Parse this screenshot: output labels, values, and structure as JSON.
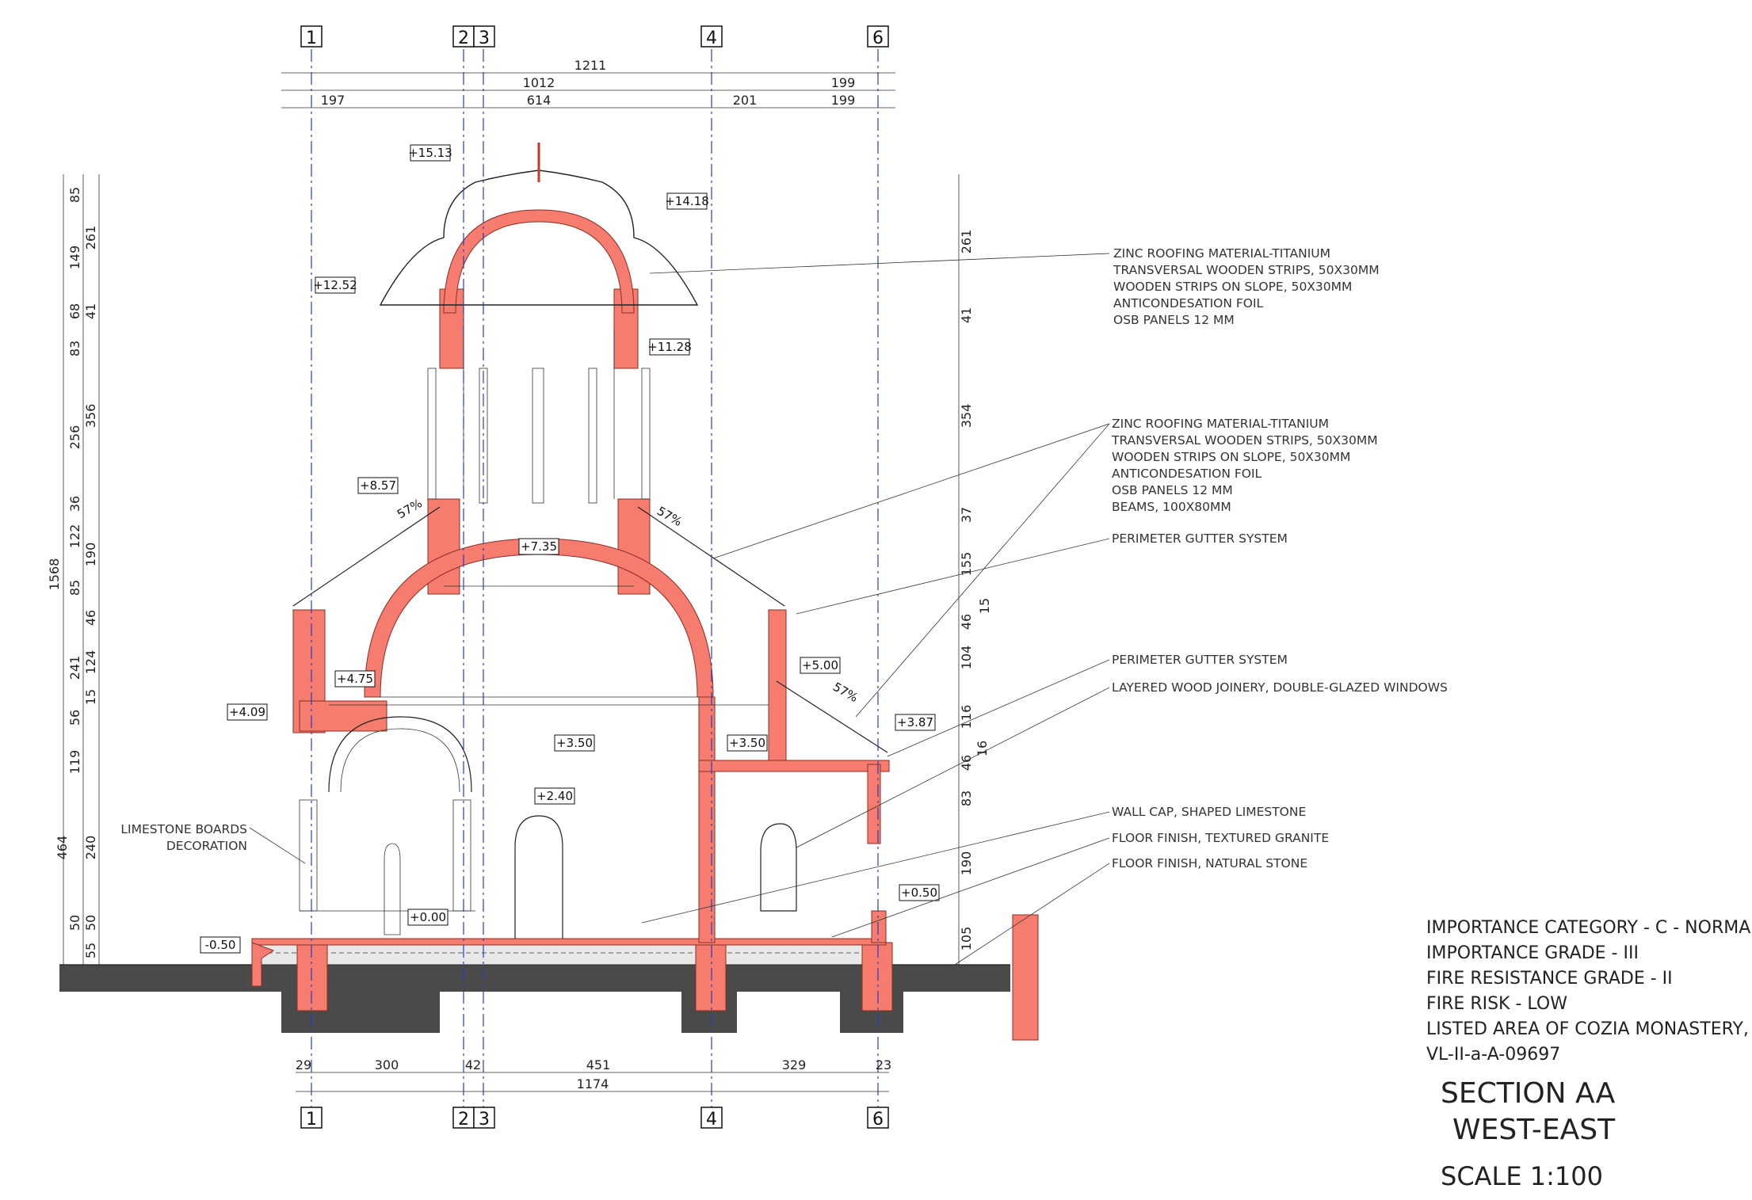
{
  "grid_axes": [
    "1",
    "2",
    "3",
    "4",
    "6"
  ],
  "top_dims": {
    "total": "1211",
    "row2": [
      "1012",
      "199"
    ],
    "row3": [
      "197",
      "614",
      "201",
      "199"
    ]
  },
  "bottom_dims": {
    "row1": [
      "29",
      "300",
      "42",
      "451",
      "329",
      "23"
    ],
    "total": "1174"
  },
  "left_dims": {
    "overall": "1568",
    "outer": [
      "85",
      "149",
      "68",
      "83",
      "256",
      "36",
      "122",
      "85",
      "241",
      "56",
      "119",
      "464",
      "55",
      "50"
    ],
    "inner": [
      "261",
      "41",
      "356",
      "190",
      "46",
      "124",
      "15",
      "240",
      "50"
    ]
  },
  "right_dims": [
    "261",
    "41",
    "354",
    "37",
    "155",
    "46",
    "15",
    "104",
    "116",
    "16",
    "46",
    "83",
    "190",
    "105"
  ],
  "levels": [
    "+15.13",
    "+14.18",
    "+12.52",
    "+11.28",
    "+8.57",
    "+7.35",
    "+5.00",
    "+4.75",
    "+4.09",
    "+3.87",
    "+3.50",
    "+3.50",
    "+2.40",
    "+0.50",
    "+0.00",
    "-0.50"
  ],
  "slopes": [
    "57%",
    "57%",
    "57%"
  ],
  "notes": {
    "roof_upper": [
      "ZINC ROOFING MATERIAL-TITANIUM",
      "TRANSVERSAL WOODEN STRIPS, 50X30MM",
      "WOODEN STRIPS ON SLOPE, 50X30MM",
      "ANTICONDESATION FOIL",
      "OSB PANELS 12 MM"
    ],
    "roof_lower": [
      "ZINC ROOFING MATERIAL-TITANIUM",
      "TRANSVERSAL WOODEN STRIPS, 50X30MM",
      "WOODEN STRIPS ON SLOPE, 50X30MM",
      "ANTICONDESATION FOIL",
      "OSB PANELS 12 MM",
      "BEAMS, 100X80MM"
    ],
    "gutter1": "PERIMETER GUTTER SYSTEM",
    "gutter2": "PERIMETER GUTTER SYSTEM",
    "windows": "LAYERED WOOD JOINERY, DOUBLE-GLAZED WINDOWS",
    "wallcap": "WALL CAP, SHAPED LIMESTONE",
    "floor1": "FLOOR FINISH, TEXTURED GRANITE",
    "floor2": "FLOOR FINISH, NATURAL STONE",
    "limestone": [
      "LIMESTONE BOARDS",
      "DECORATION"
    ]
  },
  "info": [
    "IMPORTANCE CATEGORY - C - NORMAL",
    "IMPORTANCE GRADE - III",
    "FIRE RESISTANCE GRADE - II",
    "FIRE RISK - LOW",
    "LISTED AREA OF COZIA MONASTERY, LMI",
    "VL-II-a-A-09697"
  ],
  "title": [
    "SECTION AA",
    "WEST-EAST"
  ],
  "scale": "SCALE 1:100",
  "colors": {
    "section_fill": "#f57c6e",
    "grid_line": "#2b3bbf",
    "ground": "#4a4a4a"
  }
}
